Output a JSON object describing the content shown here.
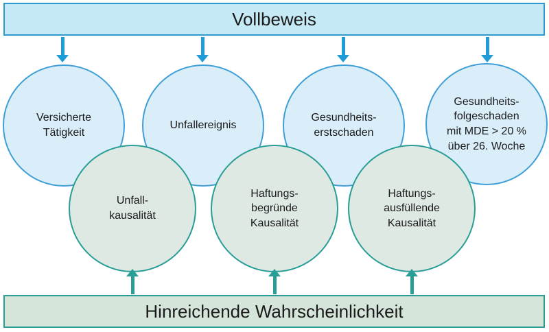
{
  "top_banner": {
    "label": "Vollbeweis"
  },
  "bottom_banner": {
    "label": "Hinreichende Wahrscheinlichkeit"
  },
  "blue_circles": [
    {
      "label": "Versicherte\nTätigkeit"
    },
    {
      "label": "Unfallereignis"
    },
    {
      "label": "Gesundheits-\nerstschaden"
    },
    {
      "label": "Gesundheits-\nfolgeschaden\nmit MDE > 20 %\nüber 26. Woche"
    }
  ],
  "green_circles": [
    {
      "label": "Unfall-\nkausalität"
    },
    {
      "label": "Haftungs-\nbegründe\nKausalität"
    },
    {
      "label": "Haftungs-\nausfüllende\nKausalität"
    }
  ],
  "colors": {
    "blue_border": "#2e9bd0",
    "blue_fill": "#daeefa",
    "top_banner_fill": "#c6e9f6",
    "teal_border": "#2a9d96",
    "green_fill": "#dfe9e4",
    "bottom_banner_fill": "#d6e5da",
    "arrow_blue": "#1e9cd8",
    "arrow_teal": "#2a9d96"
  }
}
